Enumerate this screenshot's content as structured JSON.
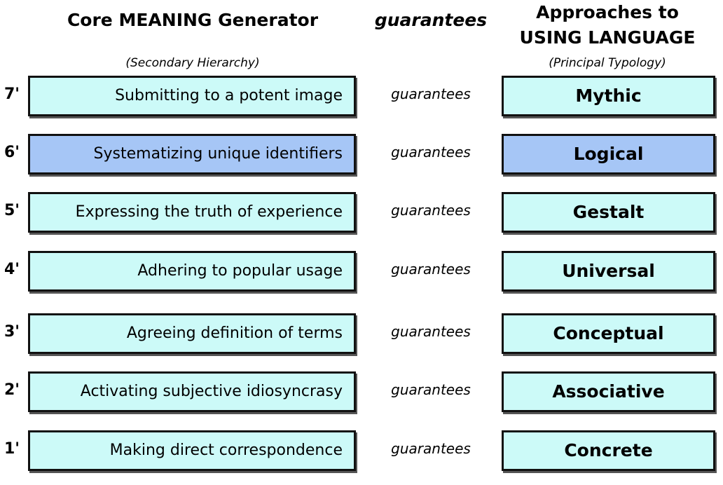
{
  "headers": {
    "left": "Core MEANING Generator",
    "middle": "guarantees",
    "right_line1": "Approaches to",
    "right_line2": "USING LANGUAGE",
    "left_sub": "(Secondary Hierarchy)",
    "right_sub": "(Principal Typology)"
  },
  "colors": {
    "box_fill": "#ccfaf8",
    "highlight_fill": "#a6c6f6",
    "border": "#111111"
  },
  "rows": [
    {
      "num": "7'",
      "generator": "Submitting to a potent image",
      "link": "guarantees",
      "approach": "Mythic",
      "highlighted": false
    },
    {
      "num": "6'",
      "generator": "Systematizing unique identifiers",
      "link": "guarantees",
      "approach": "Logical",
      "highlighted": true
    },
    {
      "num": "5'",
      "generator": "Expressing the truth of experience",
      "link": "guarantees",
      "approach": "Gestalt",
      "highlighted": false
    },
    {
      "num": "4'",
      "generator": "Adhering to popular  usage",
      "link": "guarantees",
      "approach": "Universal",
      "highlighted": false
    },
    {
      "num": "3'",
      "generator": "Agreeing definition of terms",
      "link": "guarantees",
      "approach": "Conceptual",
      "highlighted": false
    },
    {
      "num": "2'",
      "generator": "Activating  subjective  idiosyncrasy",
      "link": "guarantees",
      "approach": "Associative",
      "highlighted": false
    },
    {
      "num": "1'",
      "generator": "Making direct correspondence",
      "link": "guarantees",
      "approach": "Concrete",
      "highlighted": false
    }
  ]
}
